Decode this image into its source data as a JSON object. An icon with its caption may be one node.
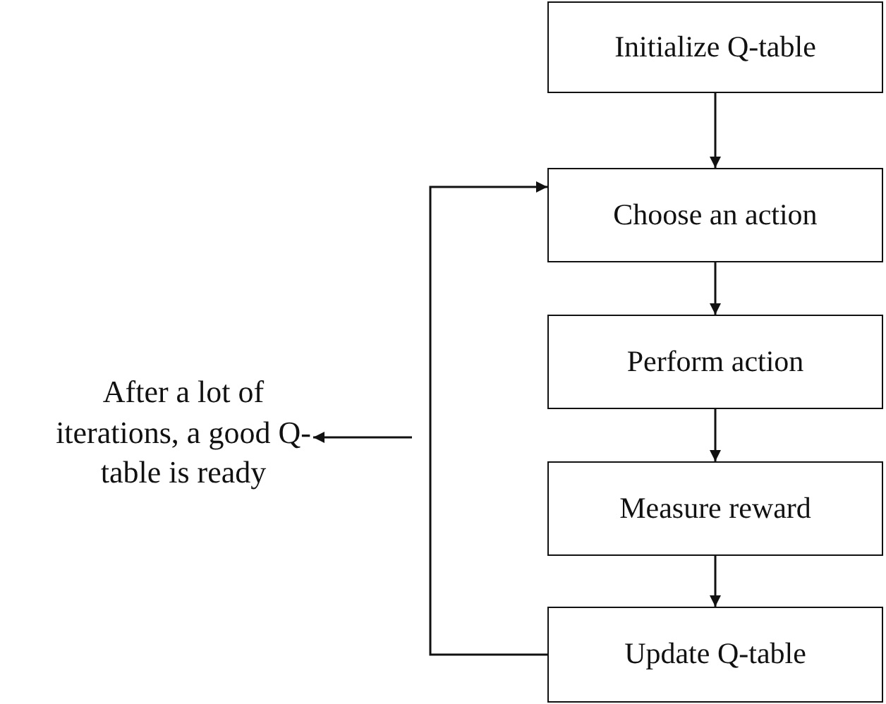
{
  "diagram": {
    "nodes": [
      {
        "text": [
          "Initialize Q-table"
        ]
      },
      {
        "text": [
          "Choose an action"
        ]
      },
      {
        "text": [
          "Perform action"
        ]
      },
      {
        "text": [
          "Measure reward"
        ]
      },
      {
        "text": [
          "Update Q-table"
        ]
      },
      {
        "text": [
          "After a lot of iterations, a good Q-table is ready"
        ]
      }
    ],
    "edges": [
      {
        "from": 0,
        "to": 1,
        "arrow": "to"
      },
      {
        "from": 1,
        "to": 2,
        "arrow": "to"
      },
      {
        "from": 2,
        "to": 3,
        "arrow": "to"
      },
      {
        "from": 3,
        "to": 4,
        "arrow": "to"
      },
      {
        "from": 4,
        "to": 1,
        "arrow": "to"
      },
      {
        "from": null,
        "to": 5,
        "arrow": "to"
      }
    ]
  }
}
